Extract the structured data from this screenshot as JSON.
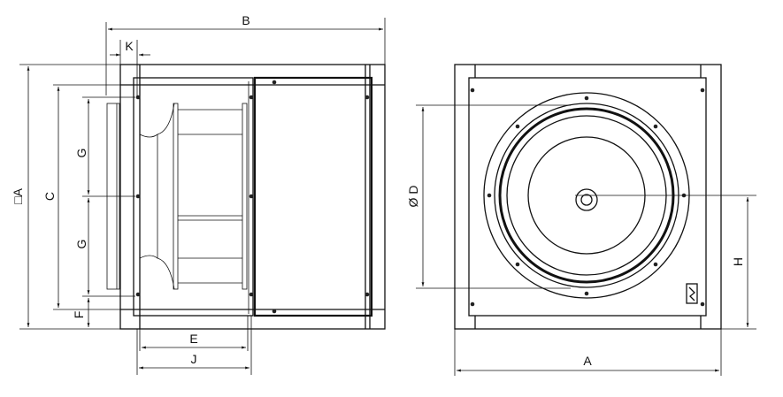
{
  "side_view": {
    "labels": {
      "B": "B",
      "K": "K",
      "A": "□A",
      "C": "C",
      "G1": "G",
      "G2": "G",
      "F": "F",
      "E": "E",
      "J": "J"
    }
  },
  "front_view": {
    "labels": {
      "D": "Ø D",
      "H": "H",
      "A": "A"
    }
  }
}
